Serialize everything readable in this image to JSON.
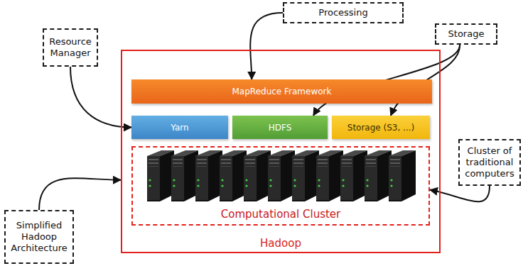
{
  "diagram": {
    "nodes": [
      {
        "text": [
          "Processing"
        ]
      },
      {
        "text": [
          "Resource Manager"
        ]
      },
      {
        "text": [
          "Storage"
        ]
      },
      {
        "text": [
          "Hadoop"
        ]
      },
      {
        "text": [
          "MapReduce Framework"
        ],
        "in": 3
      },
      {
        "text": [
          "Yarn"
        ],
        "in": 3
      },
      {
        "text": [
          "HDFS"
        ],
        "in": 3
      },
      {
        "text": [
          "Storage (S3, ...)"
        ],
        "in": 3
      },
      {
        "text": [
          "Computational Cluster"
        ],
        "in": 3
      },
      {
        "text": [
          "Cluster of traditional computers"
        ]
      },
      {
        "text": [
          "Simplified Hadoop Architecture"
        ]
      }
    ],
    "edges": [
      {
        "from": 0,
        "to": 4,
        "arrow": "to"
      },
      {
        "from": 1,
        "to": 5,
        "arrow": "to"
      },
      {
        "from": 2,
        "to": 6,
        "arrow": "to"
      },
      {
        "from": 2,
        "to": 7,
        "arrow": "to"
      },
      {
        "from": 9,
        "to": 8,
        "arrow": "to"
      },
      {
        "from": 10,
        "to": 3,
        "arrow": "to"
      }
    ]
  }
}
